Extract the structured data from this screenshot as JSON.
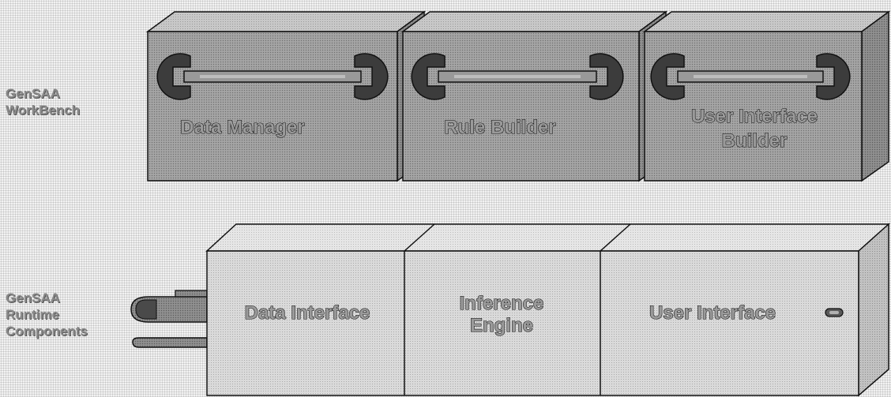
{
  "workbench": {
    "label": {
      "title": "GenSAA",
      "subtitle": "WorkBench"
    },
    "tools": [
      {
        "name_line1": "Data Manager",
        "name_line2": "",
        "icon": "wrench-icon"
      },
      {
        "name_line1": "Rule Builder",
        "name_line2": "",
        "icon": "wrench-icon"
      },
      {
        "name_line1": "User Interface",
        "name_line2": "Builder",
        "icon": "wrench-icon"
      }
    ]
  },
  "runtime": {
    "label": {
      "title": "GenSAA",
      "subtitle": "Runtime",
      "subtitle2": "Components"
    },
    "components": [
      {
        "name_line1": "Data Interface",
        "name_line2": ""
      },
      {
        "name_line1": "Inference",
        "name_line2": "Engine"
      },
      {
        "name_line1": "User Interface",
        "name_line2": ""
      }
    ]
  },
  "colors": {
    "box_front": "#9e9e9e",
    "box_top": "#c8c8c8",
    "box_side": "#888888",
    "runtime_front": "#dadada",
    "runtime_top": "#e6e6e6",
    "runtime_side": "#c2c2c2",
    "outline": "#111111"
  }
}
